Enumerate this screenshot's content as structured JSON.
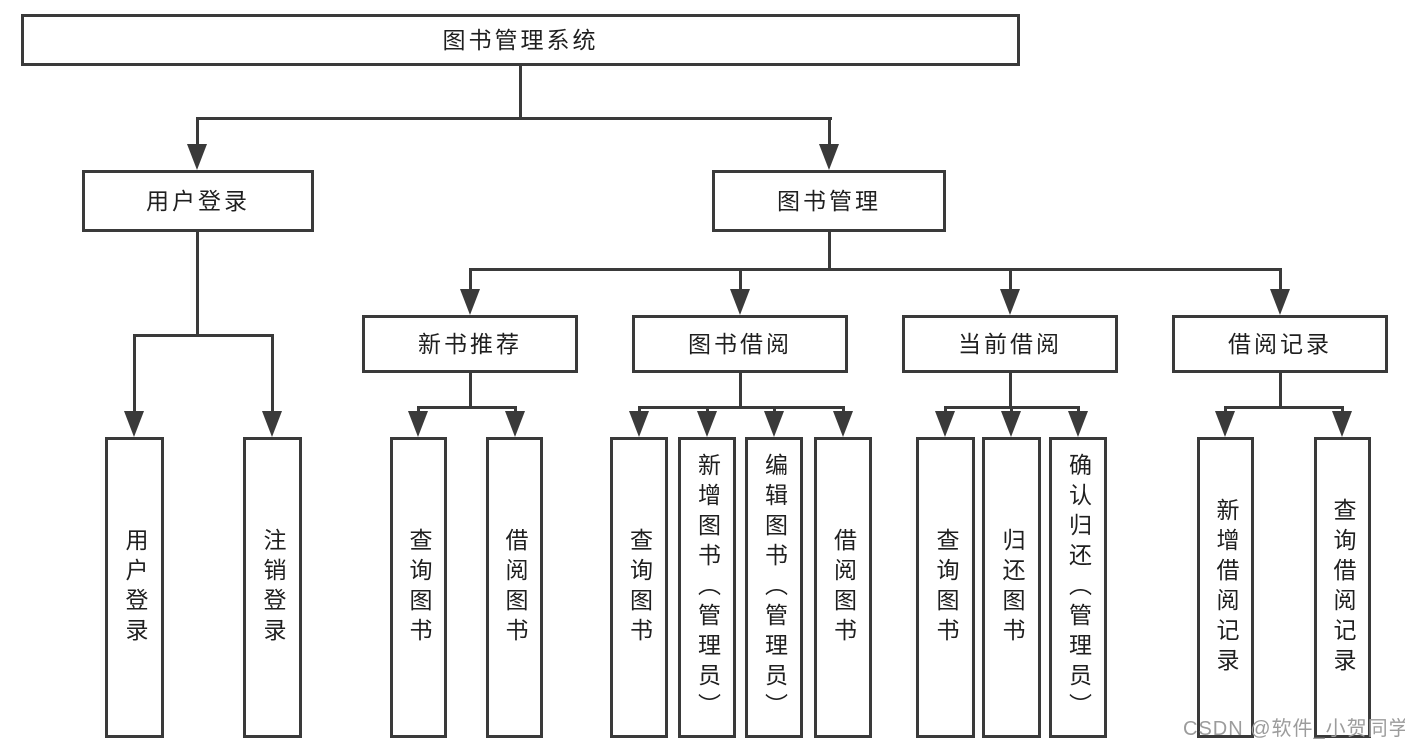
{
  "tree": {
    "root": {
      "label": "图书管理系统"
    },
    "children": [
      {
        "label": "用户登录",
        "children": [
          {
            "label": "用户登录"
          },
          {
            "label": "注销登录"
          }
        ]
      },
      {
        "label": "图书管理",
        "children": [
          {
            "label": "新书推荐",
            "children": [
              {
                "label": "查询图书"
              },
              {
                "label": "借阅图书"
              }
            ]
          },
          {
            "label": "图书借阅",
            "children": [
              {
                "label": "查询图书"
              },
              {
                "label": "新增图书（管理员）"
              },
              {
                "label": "编辑图书（管理员）"
              },
              {
                "label": "借阅图书"
              }
            ]
          },
          {
            "label": "当前借阅",
            "children": [
              {
                "label": "查询图书"
              },
              {
                "label": "归还图书"
              },
              {
                "label": "确认归还（管理员）"
              }
            ]
          },
          {
            "label": "借阅记录",
            "children": [
              {
                "label": "新增借阅记录"
              },
              {
                "label": "查询借阅记录"
              }
            ]
          }
        ]
      }
    ]
  },
  "watermark": {
    "text": "CSDN @软件_小贺同学"
  },
  "colors": {
    "line": "#3a3a3a",
    "text": "#1f1f1f",
    "watermark": "#9c9c9c",
    "background": "#ffffff"
  }
}
